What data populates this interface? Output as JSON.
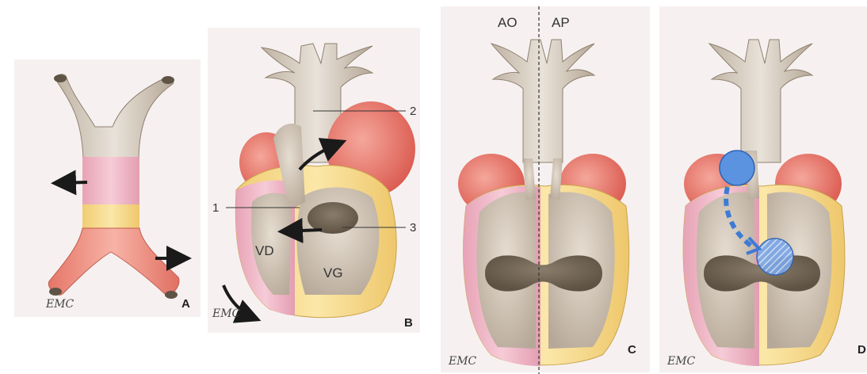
{
  "panels": [
    {
      "letter": "A"
    },
    {
      "letter": "B"
    },
    {
      "letter": "C"
    },
    {
      "letter": "D"
    }
  ],
  "labels": {
    "ao": "AO",
    "ap": "AP",
    "vd": "VD",
    "vg": "VG",
    "n1": "1",
    "n2": "2",
    "n3": "3"
  },
  "logo_text": "EMC",
  "colors": {
    "vessel": "#d9cfc3",
    "vessel_dark": "#b9ab9a",
    "pink": "#f0b8c8",
    "yellow": "#f8dc8a",
    "salmon": "#ef8a7c",
    "atrium": "#e8685c",
    "shunt_blue": "#4f86d9"
  }
}
